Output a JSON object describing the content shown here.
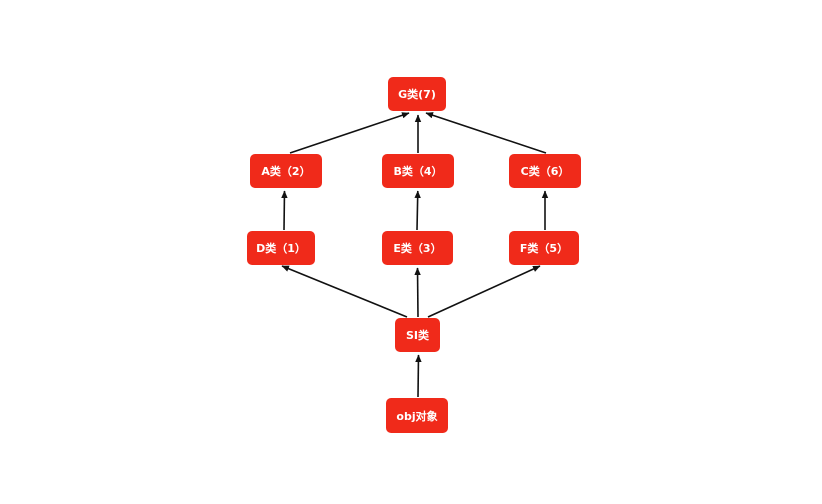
{
  "colors": {
    "node_fill": "#f02a1a",
    "node_text": "#ffffff",
    "edge": "#111111"
  },
  "nodes": {
    "G": {
      "label": "G类(7)"
    },
    "A": {
      "label": "A类（2）"
    },
    "B": {
      "label": "B类（4）"
    },
    "C": {
      "label": "C类（6）"
    },
    "D": {
      "label": "D类（1）"
    },
    "E": {
      "label": "E类（3）"
    },
    "F": {
      "label": "F类（5）"
    },
    "SI": {
      "label": "SI类"
    },
    "obj": {
      "label": "obj对象"
    }
  },
  "edges": [
    {
      "from": "obj",
      "to": "SI"
    },
    {
      "from": "SI",
      "to": "D"
    },
    {
      "from": "SI",
      "to": "E"
    },
    {
      "from": "SI",
      "to": "F"
    },
    {
      "from": "D",
      "to": "A"
    },
    {
      "from": "E",
      "to": "B"
    },
    {
      "from": "F",
      "to": "C"
    },
    {
      "from": "A",
      "to": "G"
    },
    {
      "from": "B",
      "to": "G"
    },
    {
      "from": "C",
      "to": "G"
    }
  ]
}
